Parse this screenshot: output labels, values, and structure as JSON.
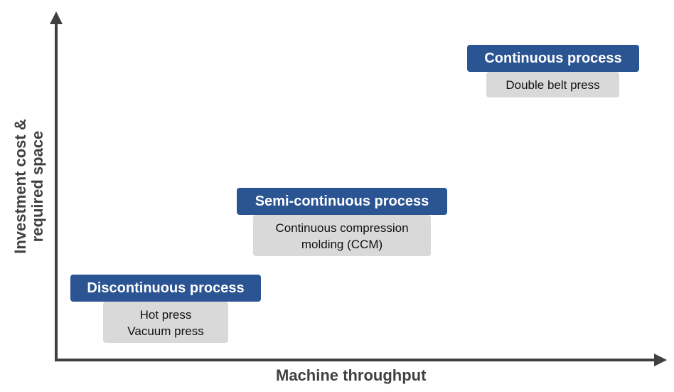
{
  "axes": {
    "y_label_lines": [
      "Investment cost &",
      "required space"
    ],
    "x_label": "Machine throughput"
  },
  "processes": [
    {
      "title": "Discontinuous process",
      "items": [
        "Hot press",
        "Vacuum press"
      ]
    },
    {
      "title": "Semi-continuous process",
      "items": [
        "Continuous compression",
        "molding (CCM)"
      ]
    },
    {
      "title": "Continuous process",
      "items": [
        "Double belt press"
      ]
    }
  ],
  "colors": {
    "header_fill": "#2b5493",
    "sub_fill": "#d9d9d9",
    "axis": "#404040"
  }
}
